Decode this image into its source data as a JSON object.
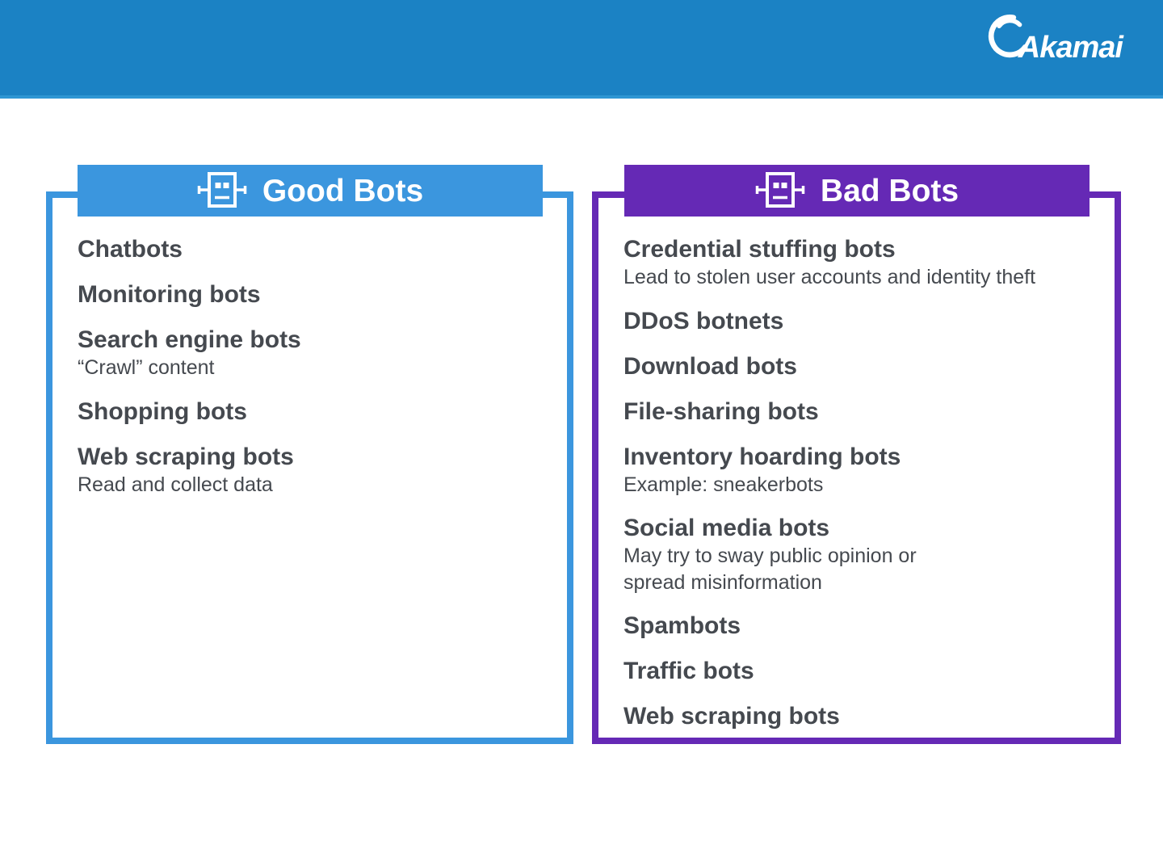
{
  "brand": {
    "name": "Akamai"
  },
  "colors": {
    "topbar": "#1b82c4",
    "topbar_edge": "#2e96d3",
    "good_accent": "#3b96de",
    "bad_accent": "#6529b5",
    "text": "#45494f"
  },
  "panels": [
    {
      "title": "Good Bots",
      "icon": "robot-icon",
      "items": [
        {
          "name": "Chatbots"
        },
        {
          "name": "Monitoring bots"
        },
        {
          "name": "Search engine bots",
          "description": "“Crawl” content"
        },
        {
          "name": "Shopping bots"
        },
        {
          "name": "Web scraping bots",
          "description": "Read and collect data"
        }
      ]
    },
    {
      "title": "Bad Bots",
      "icon": "robot-icon",
      "items": [
        {
          "name": "Credential stuffing bots",
          "description": "Lead to stolen user accounts and identity theft"
        },
        {
          "name": "DDoS botnets"
        },
        {
          "name": "Download bots"
        },
        {
          "name": "File-sharing bots"
        },
        {
          "name": "Inventory hoarding bots",
          "description": "Example: sneakerbots"
        },
        {
          "name": "Social media bots",
          "description": "May try to sway public opinion or\nspread misinformation"
        },
        {
          "name": "Spambots"
        },
        {
          "name": "Traffic bots"
        },
        {
          "name": "Web scraping bots"
        }
      ]
    }
  ]
}
